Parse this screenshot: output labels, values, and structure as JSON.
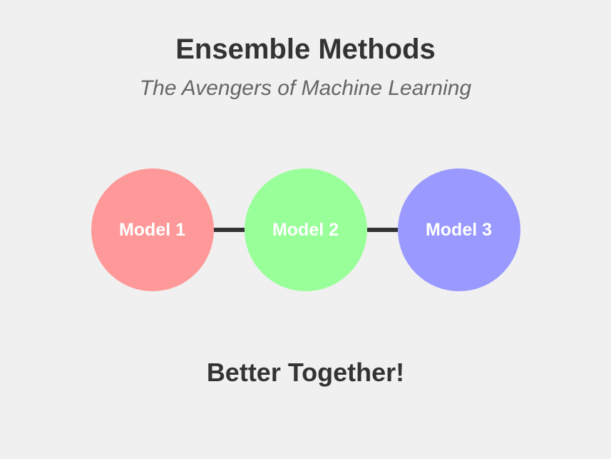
{
  "page": {
    "background_color": "#f0f0f0",
    "text_color": "#333333"
  },
  "header": {
    "title": "Ensemble Methods",
    "subtitle": "The Avengers of Machine Learning",
    "subtitle_color": "#666666"
  },
  "diagram": {
    "nodes": [
      {
        "label": "Model 1",
        "color": "#ff9999"
      },
      {
        "label": "Model 2",
        "color": "#99ff99"
      },
      {
        "label": "Model 3",
        "color": "#9999ff"
      }
    ],
    "label_color": "#ffffff",
    "connector_color": "#333333"
  },
  "footer": {
    "caption": "Better Together!"
  }
}
